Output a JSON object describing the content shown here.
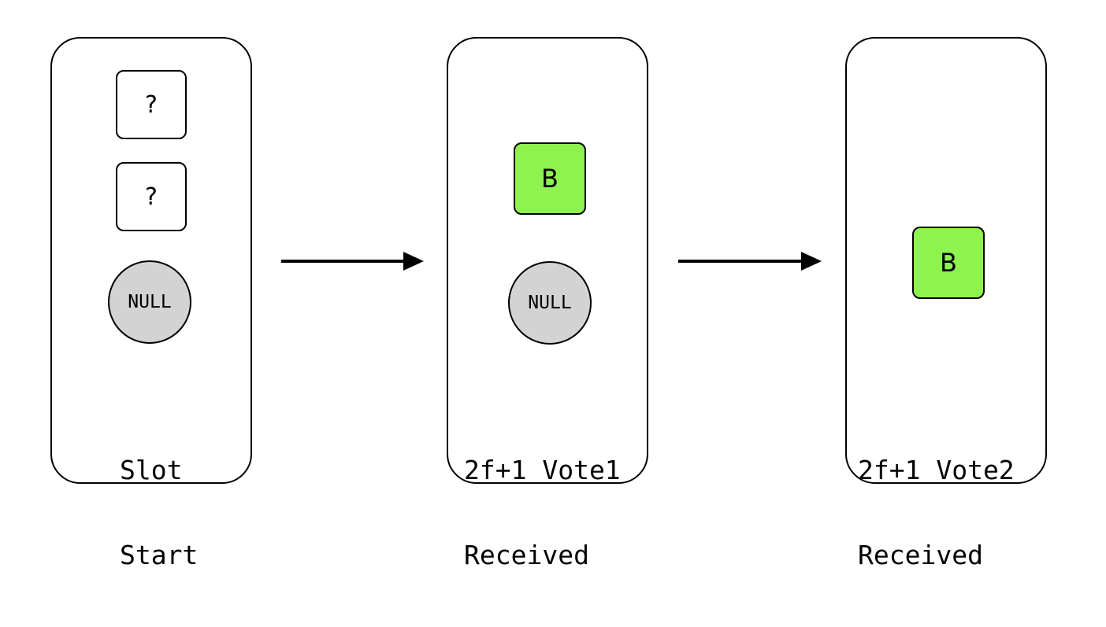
{
  "panels": [
    {
      "boxes": [
        "?",
        "?"
      ],
      "null_label": "NULL",
      "caption_lines": [
        "Slot",
        "Start"
      ]
    },
    {
      "block_label": "B",
      "null_label": "NULL",
      "caption_lines": [
        "2f+1 Vote1",
        "Received"
      ]
    },
    {
      "block_label": "B",
      "caption_lines": [
        "2f+1 Vote2",
        "Received"
      ]
    }
  ],
  "colors": {
    "block_fill": "#8ef24f",
    "null_fill": "#d3d3d3",
    "stroke": "#000000",
    "background": "#ffffff"
  }
}
